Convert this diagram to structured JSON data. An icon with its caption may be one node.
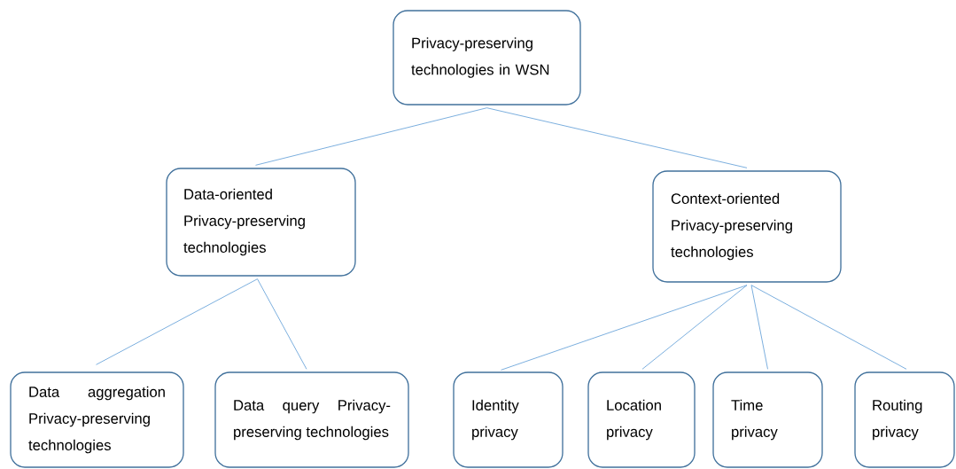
{
  "diagram": {
    "nodes": [
      {
        "text": [
          "Privacy-preserving technologies in WSN"
        ]
      },
      {
        "text": [
          "Data-oriented Privacy-preserving technologies"
        ]
      },
      {
        "text": [
          "Context-oriented Privacy-preserving technologies"
        ]
      },
      {
        "text": [
          "Data aggregation Privacy-preserving technologies"
        ]
      },
      {
        "text": [
          "Data query Privacy-preserving technologies"
        ]
      },
      {
        "text": [
          "Identity privacy"
        ]
      },
      {
        "text": [
          "Location privacy"
        ]
      },
      {
        "text": [
          "Time privacy"
        ]
      },
      {
        "text": [
          "Routing privacy"
        ]
      }
    ],
    "edges": [
      {
        "from": 0,
        "to": 1,
        "arrow": "none"
      },
      {
        "from": 0,
        "to": 2,
        "arrow": "none"
      },
      {
        "from": 1,
        "to": 3,
        "arrow": "none"
      },
      {
        "from": 1,
        "to": 4,
        "arrow": "none"
      },
      {
        "from": 2,
        "to": 5,
        "arrow": "none"
      },
      {
        "from": 2,
        "to": 6,
        "arrow": "none"
      },
      {
        "from": 2,
        "to": 7,
        "arrow": "none"
      },
      {
        "from": 2,
        "to": 8,
        "arrow": "none"
      }
    ]
  }
}
